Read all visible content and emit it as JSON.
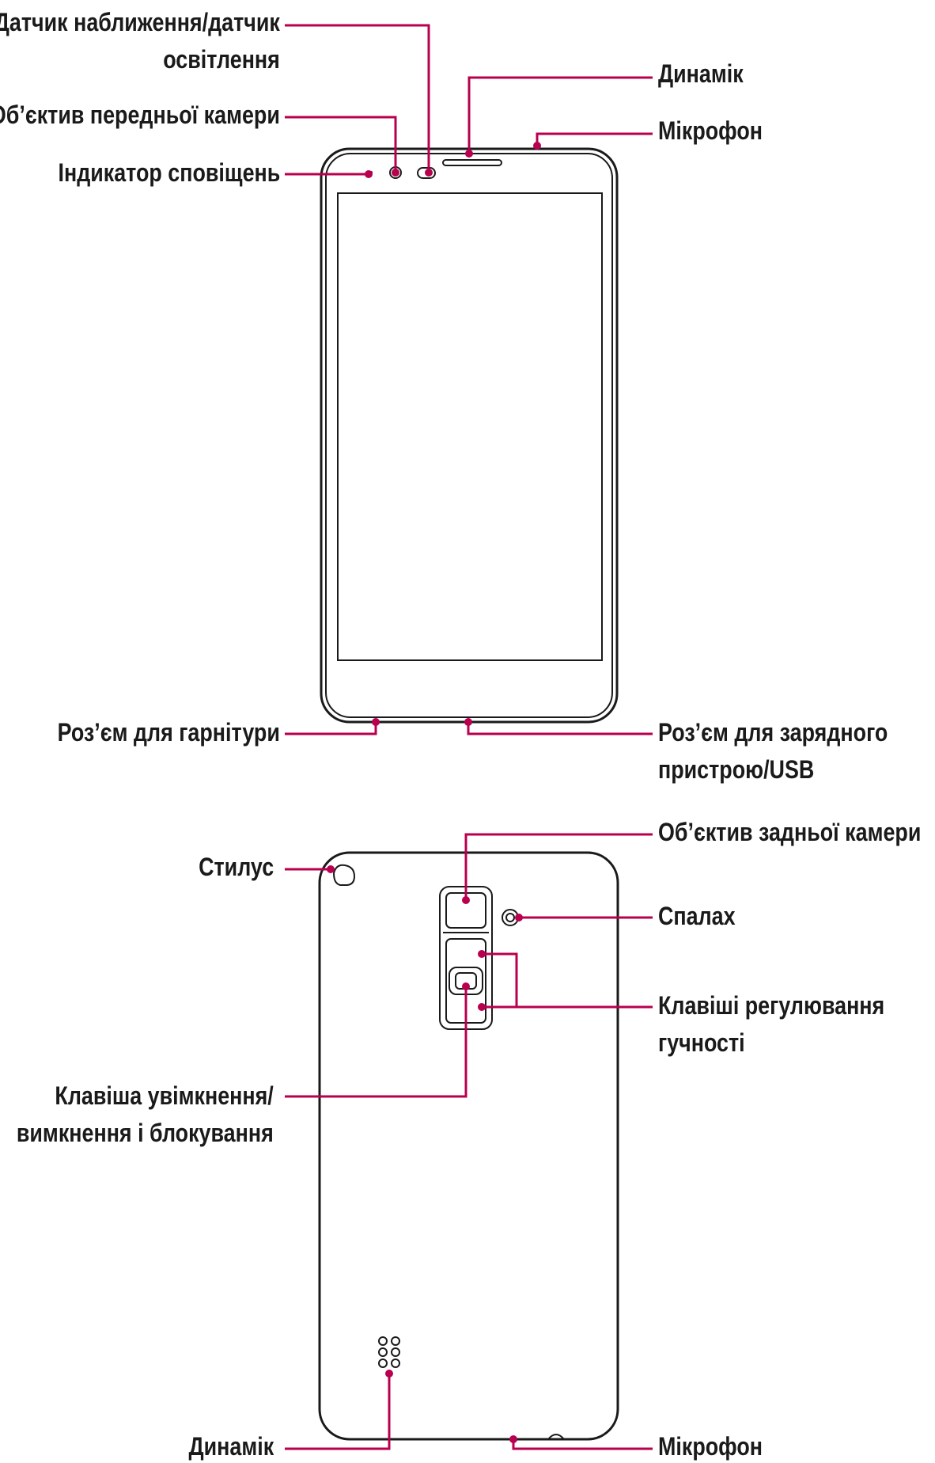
{
  "colors": {
    "leader": "#b8004e",
    "outline": "#1a1a1a",
    "text": "#1a1a1a"
  },
  "front_view": {
    "proximity_sensor": [
      "Датчик наближення/датчик",
      "освітлення"
    ],
    "front_camera": "Об’єктив передньої камери",
    "notification_led": "Індикатор сповіщень",
    "earpiece": "Динамік",
    "microphone": "Мікрофон",
    "headset_jack": "Роз’єм для гарнітури",
    "charger_port": [
      "Роз’єм для зарядного",
      "пристрою/USB"
    ]
  },
  "back_view": {
    "rear_camera": "Об’єктив задньої камери",
    "stylus": "Стилус",
    "flash": "Спалах",
    "volume_keys": [
      "Клавіші регулювання",
      "гучності"
    ],
    "power_key": [
      "Клавіша увімкнення/",
      "вимкнення і блокування"
    ],
    "speaker": "Динамік",
    "microphone": "Мікрофон"
  }
}
